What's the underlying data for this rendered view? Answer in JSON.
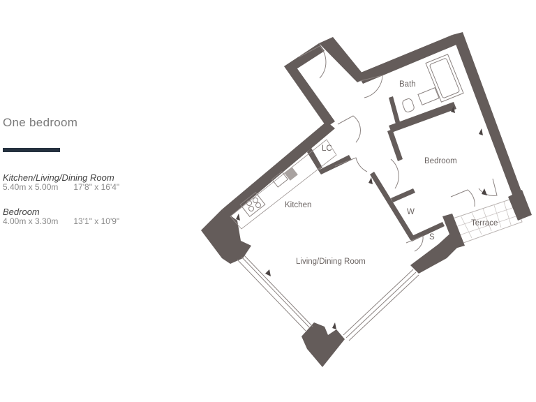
{
  "unit": {
    "type": "One bedroom",
    "accent_color": "#25313f"
  },
  "rooms_summary": [
    {
      "name": "Kitchen/Living/Dining Room",
      "metric": "5.40m x 5.00m",
      "imperial": "17'8\" x 16'4\""
    },
    {
      "name": "Bedroom",
      "metric": "4.00m x 3.30m",
      "imperial": "13'1\" x 10'9\""
    }
  ],
  "floorplan": {
    "wall_color": "#645c5a",
    "labels": {
      "bath": "Bath",
      "lc": "LC",
      "bedroom": "Bedroom",
      "kitchen": "Kitchen",
      "w": "W",
      "s": "S",
      "terrace": "Terrace",
      "living": "Living/Dining Room"
    }
  }
}
